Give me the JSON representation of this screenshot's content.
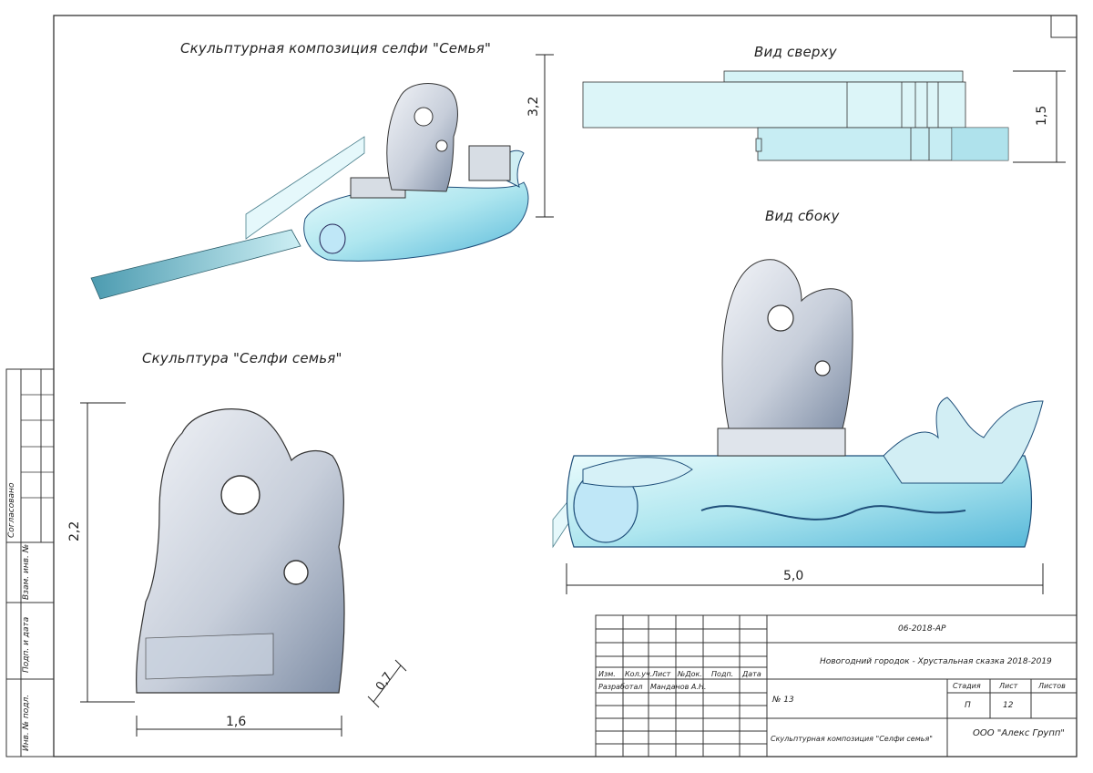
{
  "views": {
    "main_title": "Скульптурная композиция селфи \"Семья\"",
    "top_view_title": "Вид сверху",
    "side_view_title": "Вид сбоку",
    "sculpture_title": "Скульптура \"Селфи семья\""
  },
  "dimensions": {
    "composition_height": "3,2",
    "top_view_width": "1,5",
    "side_view_length": "5,0",
    "sculpture_height": "2,2",
    "sculpture_width": "1,6",
    "sculpture_depth": "0,7"
  },
  "side_stamp": {
    "agreed": "Согласовано",
    "inv_replace": "Взам. инв. №",
    "sign_date": "Подп. и дата",
    "inv_original": "Инв. № подл."
  },
  "title_block": {
    "doc_code": "06-2018-АР",
    "project": "Новогодний городок - Хрустальная сказка 2018-2019",
    "headers": {
      "change": "Изм.",
      "count": "Кол.уч.",
      "sheet": "Лист",
      "doc_no": "№Док.",
      "signature": "Подп.",
      "date": "Дата"
    },
    "developer_label": "Разработал",
    "developer_name": "Манданов А.Н.",
    "number": "№ 13",
    "stage_label": "Стадия",
    "sheet_label": "Лист",
    "sheets_label": "Листов",
    "stage_value": "П",
    "sheet_value": "12",
    "drawing_name": "Скульптурная композиция \"Селфи семья\"",
    "company": "ООО \"Алекс Групп\""
  },
  "colors": {
    "ice_light": "#dff6f8",
    "ice_mid": "#a9e4ee",
    "ice_deep": "#4fb3d6",
    "sculpture_gray": "#c4cbd6",
    "outline": "#222222"
  }
}
